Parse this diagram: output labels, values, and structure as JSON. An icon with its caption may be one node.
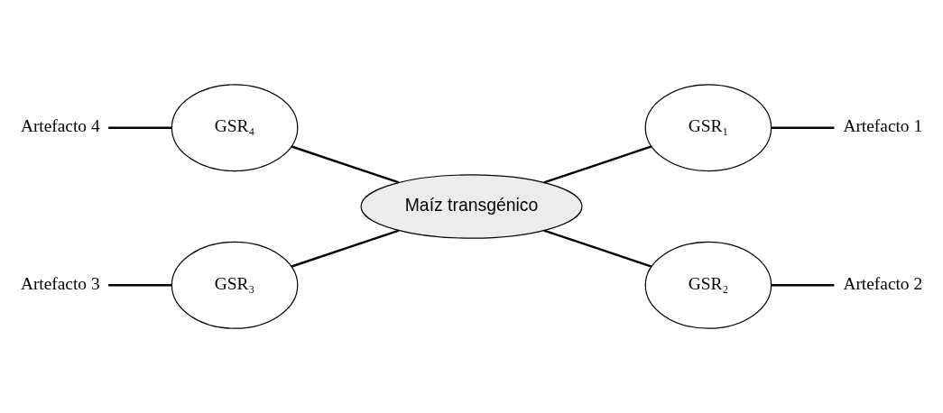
{
  "diagram": {
    "nodes": [
      {
        "text": [
          "Artefacto 4"
        ]
      },
      {
        "text": [
          "GSR₄"
        ]
      },
      {
        "text": [
          "GSR₁"
        ]
      },
      {
        "text": [
          "Artefacto 1"
        ]
      },
      {
        "text": [
          "Maíz transgénico"
        ]
      },
      {
        "text": [
          "Artefacto 3"
        ]
      },
      {
        "text": [
          "GSR₃"
        ]
      },
      {
        "text": [
          "GSR₂"
        ]
      },
      {
        "text": [
          "Artefacto 2"
        ]
      }
    ],
    "edges": [
      {
        "from": 0,
        "to": 1,
        "arrow": "none"
      },
      {
        "from": 1,
        "to": 4,
        "arrow": "none"
      },
      {
        "from": 4,
        "to": 2,
        "arrow": "none"
      },
      {
        "from": 2,
        "to": 3,
        "arrow": "none"
      },
      {
        "from": 5,
        "to": 6,
        "arrow": "none"
      },
      {
        "from": 6,
        "to": 4,
        "arrow": "none"
      },
      {
        "from": 4,
        "to": 7,
        "arrow": "none"
      },
      {
        "from": 7,
        "to": 8,
        "arrow": "none"
      }
    ]
  }
}
